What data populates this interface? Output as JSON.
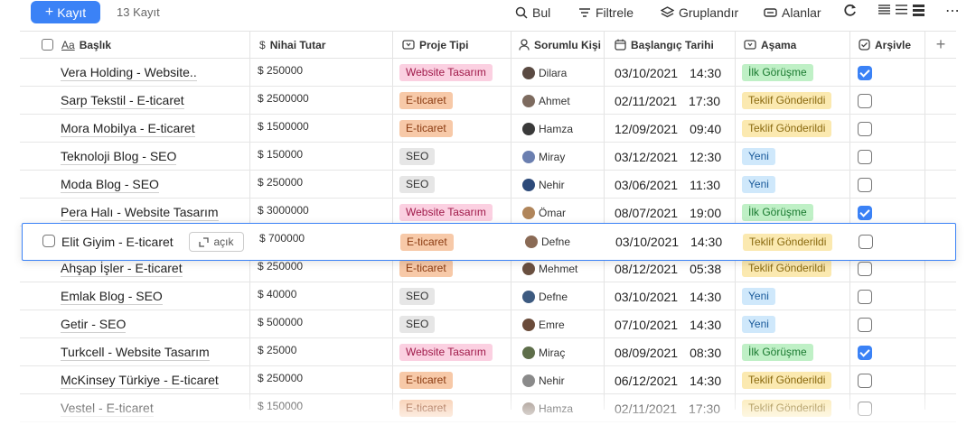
{
  "toolbar": {
    "add_label": "Kayıt",
    "count": "13 Kayıt",
    "search": "Bul",
    "filter": "Filtrele",
    "group": "Gruplandır",
    "fields": "Alanlar"
  },
  "columns": {
    "title": "Başlık",
    "amount": "Nihai Tutar",
    "type": "Proje Tipi",
    "person": "Sorumlu Kişi",
    "date": "Başlangıç Tarihi",
    "stage": "Aşama",
    "archive": "Arşivle"
  },
  "colors": {
    "accent": "#3b82f6",
    "website": "#fbd0e1",
    "ecommerce": "#f7c9a8",
    "seo": "#e6e6e6",
    "ilk": "#bff0c6",
    "teklif": "#fbe9b0",
    "yeni": "#cfe8fb"
  },
  "open_label": "açık",
  "rows": [
    {
      "title": "Vera Holding - Website..",
      "amount": "$ 250000",
      "type": "Website Tasarım",
      "type_key": "website",
      "person": "Dilara",
      "date": "03/10/2021",
      "time": "14:30",
      "stage": "İlk Görüşme",
      "stage_key": "ilk",
      "archived": true
    },
    {
      "title": "Sarp Tekstil - E-ticaret",
      "amount": "$ 2500000",
      "type": "E-ticaret",
      "type_key": "ecommerce",
      "person": "Ahmet",
      "date": "02/11/2021",
      "time": "17:30",
      "stage": "Teklif Gönderildi",
      "stage_key": "teklif",
      "archived": false
    },
    {
      "title": "Mora Mobilya - E-ticaret",
      "amount": "$ 1500000",
      "type": "E-ticaret",
      "type_key": "ecommerce",
      "person": "Hamza",
      "date": "12/09/2021",
      "time": "09:40",
      "stage": "Teklif Gönderildi",
      "stage_key": "teklif",
      "archived": false
    },
    {
      "title": "Teknoloji Blog - SEO",
      "amount": "$ 150000",
      "type": "SEO",
      "type_key": "seo",
      "person": "Miray",
      "date": "03/12/2021",
      "time": "12:30",
      "stage": "Yeni",
      "stage_key": "yeni",
      "archived": false
    },
    {
      "title": "Moda Blog - SEO",
      "amount": "$ 250000",
      "type": "SEO",
      "type_key": "seo",
      "person": "Nehir",
      "date": "03/06/2021",
      "time": "11:30",
      "stage": "Yeni",
      "stage_key": "yeni",
      "archived": false
    },
    {
      "title": "Pera Halı - Website Tasarım",
      "amount": "$ 3000000",
      "type": "Website Tasarım",
      "type_key": "website",
      "person": "Ömar",
      "date": "08/07/2021",
      "time": "19:00",
      "stage": "İlk Görüşme",
      "stage_key": "ilk",
      "archived": true
    },
    {
      "title": "Elit Giyim - E-ticaret",
      "amount": "$ 700000",
      "type": "E-ticaret",
      "type_key": "ecommerce",
      "person": "Defne",
      "date": "03/10/2021",
      "time": "14:30",
      "stage": "Teklif Gönderildi",
      "stage_key": "teklif",
      "archived": false
    },
    {
      "title": "Ahşap İşler - E-ticaret",
      "amount": "$ 250000",
      "type": "E-ticaret",
      "type_key": "ecommerce",
      "person": "Mehmet",
      "date": "08/12/2021",
      "time": "05:38",
      "stage": "Teklif Gönderildi",
      "stage_key": "teklif",
      "archived": false
    },
    {
      "title": "Emlak Blog - SEO",
      "amount": "$ 40000",
      "type": "SEO",
      "type_key": "seo",
      "person": "Defne",
      "date": "03/10/2021",
      "time": "14:30",
      "stage": "Yeni",
      "stage_key": "yeni",
      "archived": false
    },
    {
      "title": "Getir - SEO",
      "amount": "$ 500000",
      "type": "SEO",
      "type_key": "seo",
      "person": "Emre",
      "date": "07/10/2021",
      "time": "14:30",
      "stage": "Yeni",
      "stage_key": "yeni",
      "archived": false
    },
    {
      "title": "Turkcell - Website Tasarım",
      "amount": "$ 25000",
      "type": "Website Tasarım",
      "type_key": "website",
      "person": "Miraç",
      "date": "08/09/2021",
      "time": "08:30",
      "stage": "İlk Görüşme",
      "stage_key": "ilk",
      "archived": true
    },
    {
      "title": "McKinsey Türkiye - E-ticaret",
      "amount": "$ 250000",
      "type": "E-ticaret",
      "type_key": "ecommerce",
      "person": "Nehir",
      "date": "06/12/2021",
      "time": "14:30",
      "stage": "Teklif Gönderildi",
      "stage_key": "teklif",
      "archived": false
    },
    {
      "title": "Vestel - E-ticaret",
      "amount": "$ 150000",
      "type": "E-ticaret",
      "type_key": "ecommerce",
      "person": "Hamza",
      "date": "02/11/2021",
      "time": "17:30",
      "stage": "Teklif Gönderildi",
      "stage_key": "teklif",
      "archived": false
    }
  ]
}
